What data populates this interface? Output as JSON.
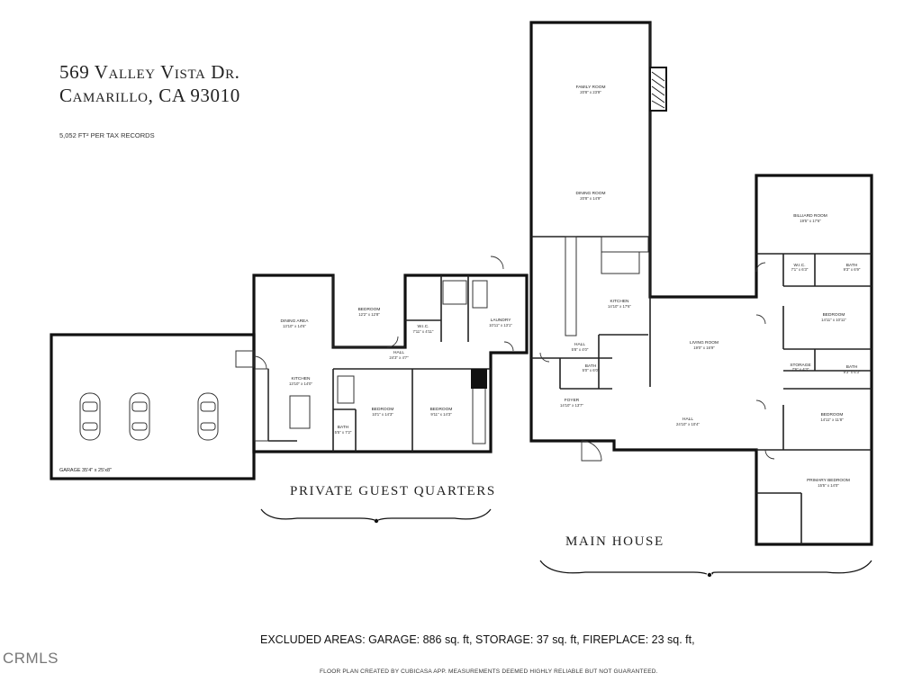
{
  "header": {
    "address_line1": "569 Valley Vista Dr.",
    "address_line2": "Camarillo, CA 93010",
    "area_note": "5,052 FT² PER TAX RECORDS"
  },
  "sections": {
    "guest_quarters": "PRIVATE GUEST QUARTERS",
    "main_house": "MAIN HOUSE"
  },
  "rooms": {
    "garage": "GARAGE 35'4\" x 25'x8\"",
    "family_room": {
      "name": "FAMILY ROOM",
      "dims": "20'8\" x 23'9\""
    },
    "dining_room": {
      "name": "DINING ROOM",
      "dims": "20'8\" x 14'9\""
    },
    "main_kitchen": {
      "name": "KITCHEN",
      "dims": "14'10\" x 17'6\""
    },
    "billiard_room": {
      "name": "BILLIARD ROOM",
      "dims": "19'5\" x 17'6\""
    },
    "wic": {
      "name": "W.I.C.",
      "dims": "7'1\" x 6'3\""
    },
    "bath_top": {
      "name": "BATH",
      "dims": "9'3\" x 6'9\""
    },
    "bedroom_right1": {
      "name": "BEDROOM",
      "dims": "14'11\" x 10'11\""
    },
    "storage": {
      "name": "STORAGE",
      "dims": "7'6\" x 4'3\""
    },
    "bath_mid": {
      "name": "BATH",
      "dims": "9'3\" x 6'3\""
    },
    "bedroom_right2": {
      "name": "BEDROOM",
      "dims": "14'11\" x 11'8\""
    },
    "primary_bedroom": {
      "name": "PRIMARY BEDROOM",
      "dims": "15'5\" x 14'0\""
    },
    "living_room": {
      "name": "LIVING ROOM",
      "dims": "19'0\" x 16'9\""
    },
    "hall_main": {
      "name": "HALL",
      "dims": "24'10\" x 10'4\""
    },
    "foyer": {
      "name": "FOYER",
      "dims": "14'10\" x 13'7\""
    },
    "hall_small": {
      "name": "HALL",
      "dims": "5'8\" x 4'0\""
    },
    "bath_small": {
      "name": "BATH",
      "dims": "5'0\" x 6'0\""
    },
    "laundry": {
      "name": "LAUNDRY",
      "dims": "10'11\" x 13'1\""
    },
    "dining_area": {
      "name": "DINING AREA",
      "dims": "13'10\" x 14'6\""
    },
    "guest_kitchen": {
      "name": "KITCHEN",
      "dims": "13'10\" x 14'0\""
    },
    "guest_bedroom_top": {
      "name": "BEDROOM",
      "dims": "12'2\" x 12'8\""
    },
    "guest_hall": {
      "name": "HALL",
      "dims": "24'3\" x 4'7\""
    },
    "wic_guest": {
      "name": "W.I.C.",
      "dims": "7'11\" x 4'11\""
    },
    "guest_bedroom_a": {
      "name": "BEDROOM",
      "dims": "10'1\" x 14'3\""
    },
    "guest_bedroom_b": {
      "name": "BEDROOM",
      "dims": "9'11\" x 14'3\""
    },
    "guest_bath": {
      "name": "BATH",
      "dims": "5'5\" x 7'2\""
    }
  },
  "footer": {
    "excluded": "EXCLUDED AREAS: GARAGE: 886 sq. ft, STORAGE: 37 sq. ft, FIREPLACE: 23 sq. ft,",
    "credit": "FLOOR PLAN CREATED BY CUBICASA APP. MEASUREMENTS DEEMED HIGHLY RELIABLE BUT NOT GUARANTEED.",
    "watermark": "CRMLS"
  }
}
